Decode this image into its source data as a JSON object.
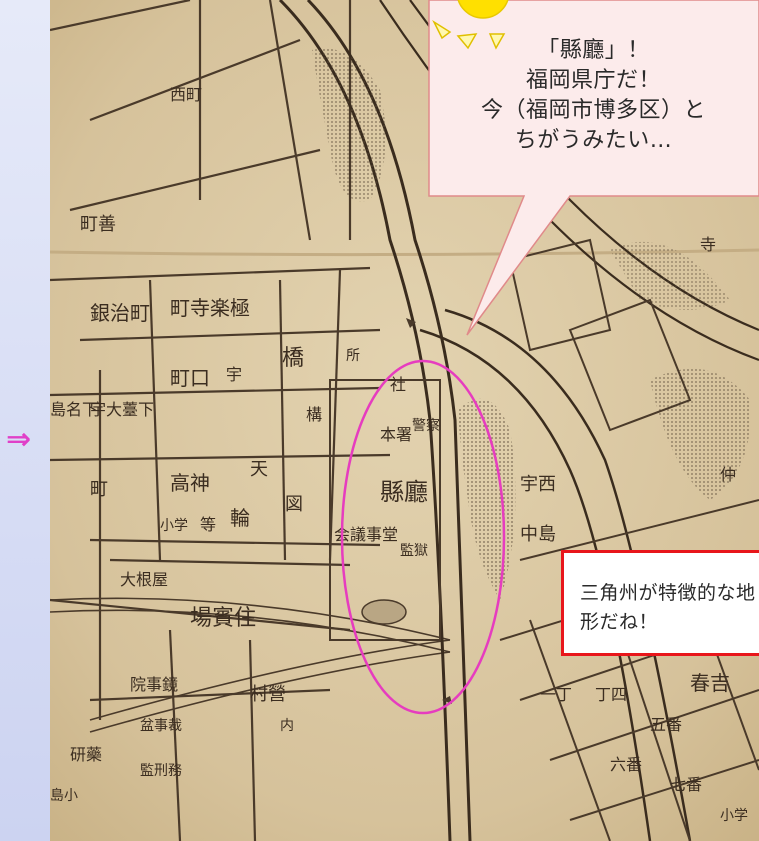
{
  "callout": {
    "line1": "「縣廳」！",
    "line2": "福岡県庁だ！",
    "line3": "今（福岡市博多区）と",
    "line4": "ちがうみたい…"
  },
  "note": {
    "line1": "三角州が特徴的な地",
    "line2": "形だね！"
  },
  "arrow": "⇒",
  "map_labels": {
    "left": [
      "銀治町",
      "町寺楽極",
      "町口",
      "橋",
      "宇大薹下",
      "島名下",
      "町",
      "高神",
      "天",
      "図",
      "小学",
      "等",
      "輪",
      "大根屋",
      "場賓住",
      "研藥",
      "島小",
      "院事鏡",
      "盆事裁",
      "監刑務",
      "村營",
      "内",
      "町善",
      "西町"
    ],
    "center": [
      "社",
      "本署",
      "警察",
      "縣廳",
      "会議事堂",
      "監獄",
      "構",
      "所",
      "宇"
    ],
    "right": [
      "中島",
      "宇西",
      "丁四",
      "春吉",
      "五番",
      "六番",
      "七番",
      "一丁",
      "小学",
      "寺",
      "仲"
    ]
  },
  "colors": {
    "paper": "#d9c6a0",
    "ink": "#4a3a2a",
    "ellipse": "#e63cbf",
    "note_border": "#e8161b",
    "callout_fill": "#fcebeb",
    "callout_border": "#e08a8a",
    "sun": "#ffe000",
    "sun_rays": "#f0d800"
  }
}
